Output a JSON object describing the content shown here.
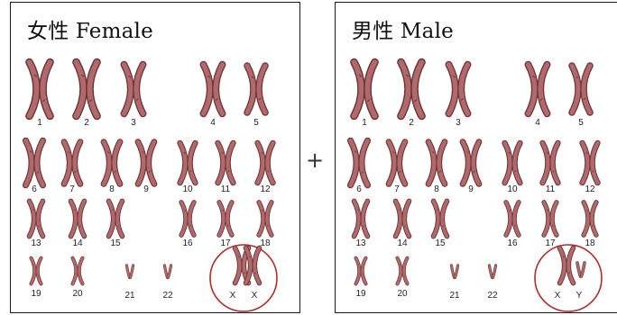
{
  "panels": [
    {
      "title": "女性 Female",
      "chromosomes": [
        {
          "label": "1",
          "shape": "x"
        },
        {
          "label": "2",
          "shape": "x"
        },
        {
          "label": "3",
          "shape": "x"
        },
        {
          "label": "4",
          "shape": "x"
        },
        {
          "label": "5",
          "shape": "x"
        },
        {
          "label": "6",
          "shape": "x"
        },
        {
          "label": "7",
          "shape": "x"
        },
        {
          "label": "8",
          "shape": "x"
        },
        {
          "label": "9",
          "shape": "x"
        },
        {
          "label": "10",
          "shape": "x"
        },
        {
          "label": "11",
          "shape": "x"
        },
        {
          "label": "12",
          "shape": "x"
        },
        {
          "label": "13",
          "shape": "x"
        },
        {
          "label": "14",
          "shape": "x"
        },
        {
          "label": "15",
          "shape": "x"
        },
        {
          "label": "16",
          "shape": "x"
        },
        {
          "label": "17",
          "shape": "x"
        },
        {
          "label": "18",
          "shape": "x"
        },
        {
          "label": "19",
          "shape": "x"
        },
        {
          "label": "20",
          "shape": "x"
        },
        {
          "label": "21",
          "shape": "v"
        },
        {
          "label": "22",
          "shape": "v"
        }
      ],
      "sex_labels": [
        "X",
        "X"
      ]
    },
    {
      "title": "男性 Male",
      "chromosomes": [
        {
          "label": "1",
          "shape": "x"
        },
        {
          "label": "2",
          "shape": "x"
        },
        {
          "label": "3",
          "shape": "x"
        },
        {
          "label": "4",
          "shape": "x"
        },
        {
          "label": "5",
          "shape": "x"
        },
        {
          "label": "6",
          "shape": "x"
        },
        {
          "label": "7",
          "shape": "x"
        },
        {
          "label": "8",
          "shape": "x"
        },
        {
          "label": "9",
          "shape": "x"
        },
        {
          "label": "10",
          "shape": "x"
        },
        {
          "label": "11",
          "shape": "x"
        },
        {
          "label": "12",
          "shape": "x"
        },
        {
          "label": "13",
          "shape": "x"
        },
        {
          "label": "14",
          "shape": "x"
        },
        {
          "label": "15",
          "shape": "x"
        },
        {
          "label": "16",
          "shape": "x"
        },
        {
          "label": "17",
          "shape": "x"
        },
        {
          "label": "18",
          "shape": "x"
        },
        {
          "label": "19",
          "shape": "x"
        },
        {
          "label": "20",
          "shape": "x"
        },
        {
          "label": "21",
          "shape": "v"
        },
        {
          "label": "22",
          "shape": "v"
        }
      ],
      "sex_labels": [
        "X",
        "Y"
      ]
    }
  ],
  "operator": "+",
  "colors": {
    "chromosome": "#b06a6c",
    "chromosome_dark": "#6e3436",
    "circle": "#b32a2a",
    "border": "#1a1a1a"
  }
}
